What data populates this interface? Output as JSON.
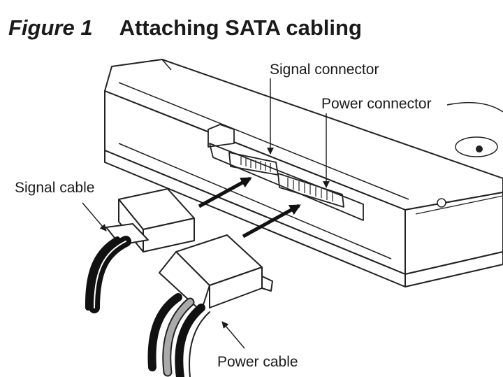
{
  "figure": {
    "number": "Figure 1",
    "heading": "Attaching SATA cabling"
  },
  "labels": {
    "signal_connector": "Signal connector",
    "power_connector": "Power connector",
    "signal_cable": "Signal cable",
    "power_cable": "Power cable"
  }
}
